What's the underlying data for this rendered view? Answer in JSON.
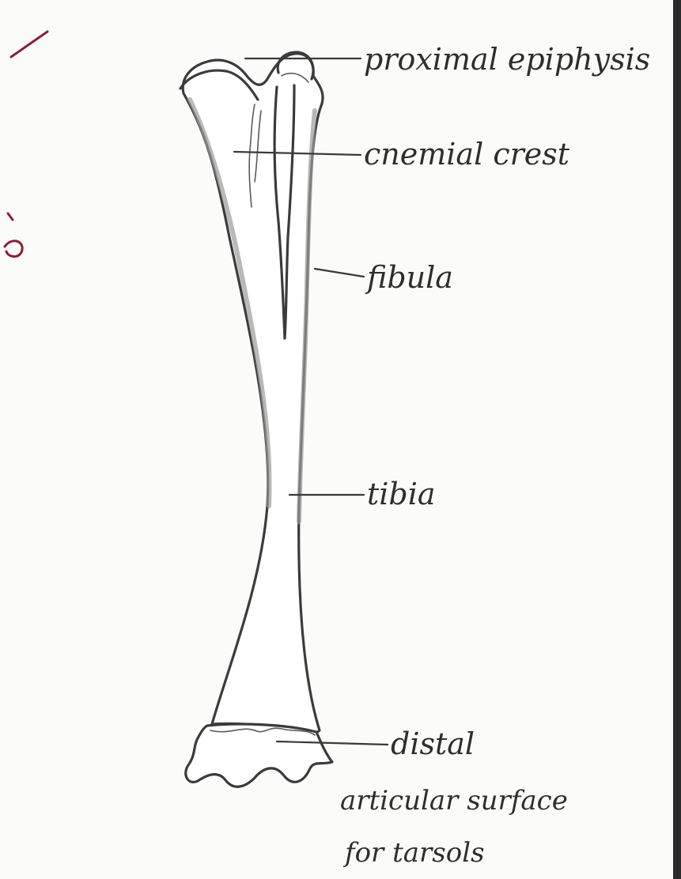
{
  "labels": {
    "proximal_epiphysis": "proximal epiphysis",
    "cnemial_crest": "cnemial crest",
    "fibula": "fibula",
    "tibia": "tibia",
    "distal_line1": "distal",
    "distal_line2": "articular surface",
    "distal_line3": "for tarsols"
  },
  "margin_marks": {
    "mark_color": "#8a1f3a"
  },
  "colors": {
    "paper": "#fbfbf9",
    "ink": "#3b3b3b",
    "margin_ink": "#8a1f3a"
  }
}
